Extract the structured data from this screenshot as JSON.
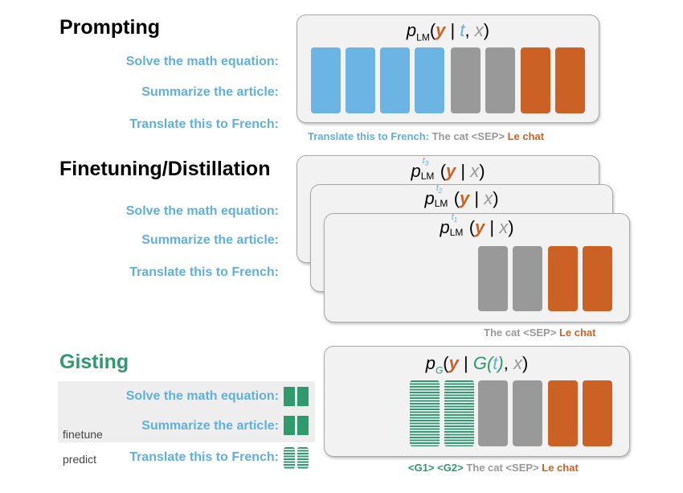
{
  "prompting": {
    "heading": "Prompting",
    "tasks": [
      "Solve the math equation:",
      "Summarize the article:",
      "Translate this to French:"
    ],
    "formula": {
      "p": "p",
      "sub": "LM",
      "open": "(",
      "y": "y",
      "bar": " | ",
      "t": "t",
      "comma": ", ",
      "x": "x",
      "close": ")"
    },
    "caption": {
      "prompt": "Translate this to French:",
      "input": "The cat <SEP>",
      "output": "Le chat"
    }
  },
  "finetuning": {
    "heading": "Finetuning/Distillation",
    "tasks": [
      "Solve the math equation:",
      "Summarize the article:",
      "Translate this to French:"
    ],
    "formulas": [
      {
        "p": "p",
        "sub": "LM",
        "sup_t": "t",
        "sup_n": "3",
        "open": "(",
        "y": "y",
        "bar": " | ",
        "x": "x",
        "close": ")"
      },
      {
        "p": "p",
        "sub": "LM",
        "sup_t": "t",
        "sup_n": "2",
        "open": "(",
        "y": "y",
        "bar": " | ",
        "x": "x",
        "close": ")"
      },
      {
        "p": "p",
        "sub": "LM",
        "sup_t": "t",
        "sup_n": "1",
        "open": "(",
        "y": "y",
        "bar": " | ",
        "x": "x",
        "close": ")"
      }
    ],
    "caption": {
      "input": "The cat <SEP>",
      "output": "Le chat"
    }
  },
  "gisting": {
    "heading": "Gisting",
    "tasks": [
      "Solve the math equation:",
      "Summarize the article:",
      "Translate this to French:"
    ],
    "labels": {
      "finetune": "finetune",
      "predict": "predict"
    },
    "formula": {
      "p": "p",
      "sub": "G",
      "open": "(",
      "y": "y",
      "bar": " | ",
      "G": "G",
      "gopen": "(",
      "t": "t",
      "gclose": ")",
      "comma": ", ",
      "x": "x",
      "close": ")"
    },
    "caption": {
      "g1": "<G1>",
      "g2": "<G2>",
      "input": "The cat <SEP>",
      "output": "Le chat"
    }
  },
  "colors": {
    "blue": "#6cb4e4",
    "gray": "#999999",
    "orange": "#cc6125",
    "green": "#2e9a6e"
  }
}
